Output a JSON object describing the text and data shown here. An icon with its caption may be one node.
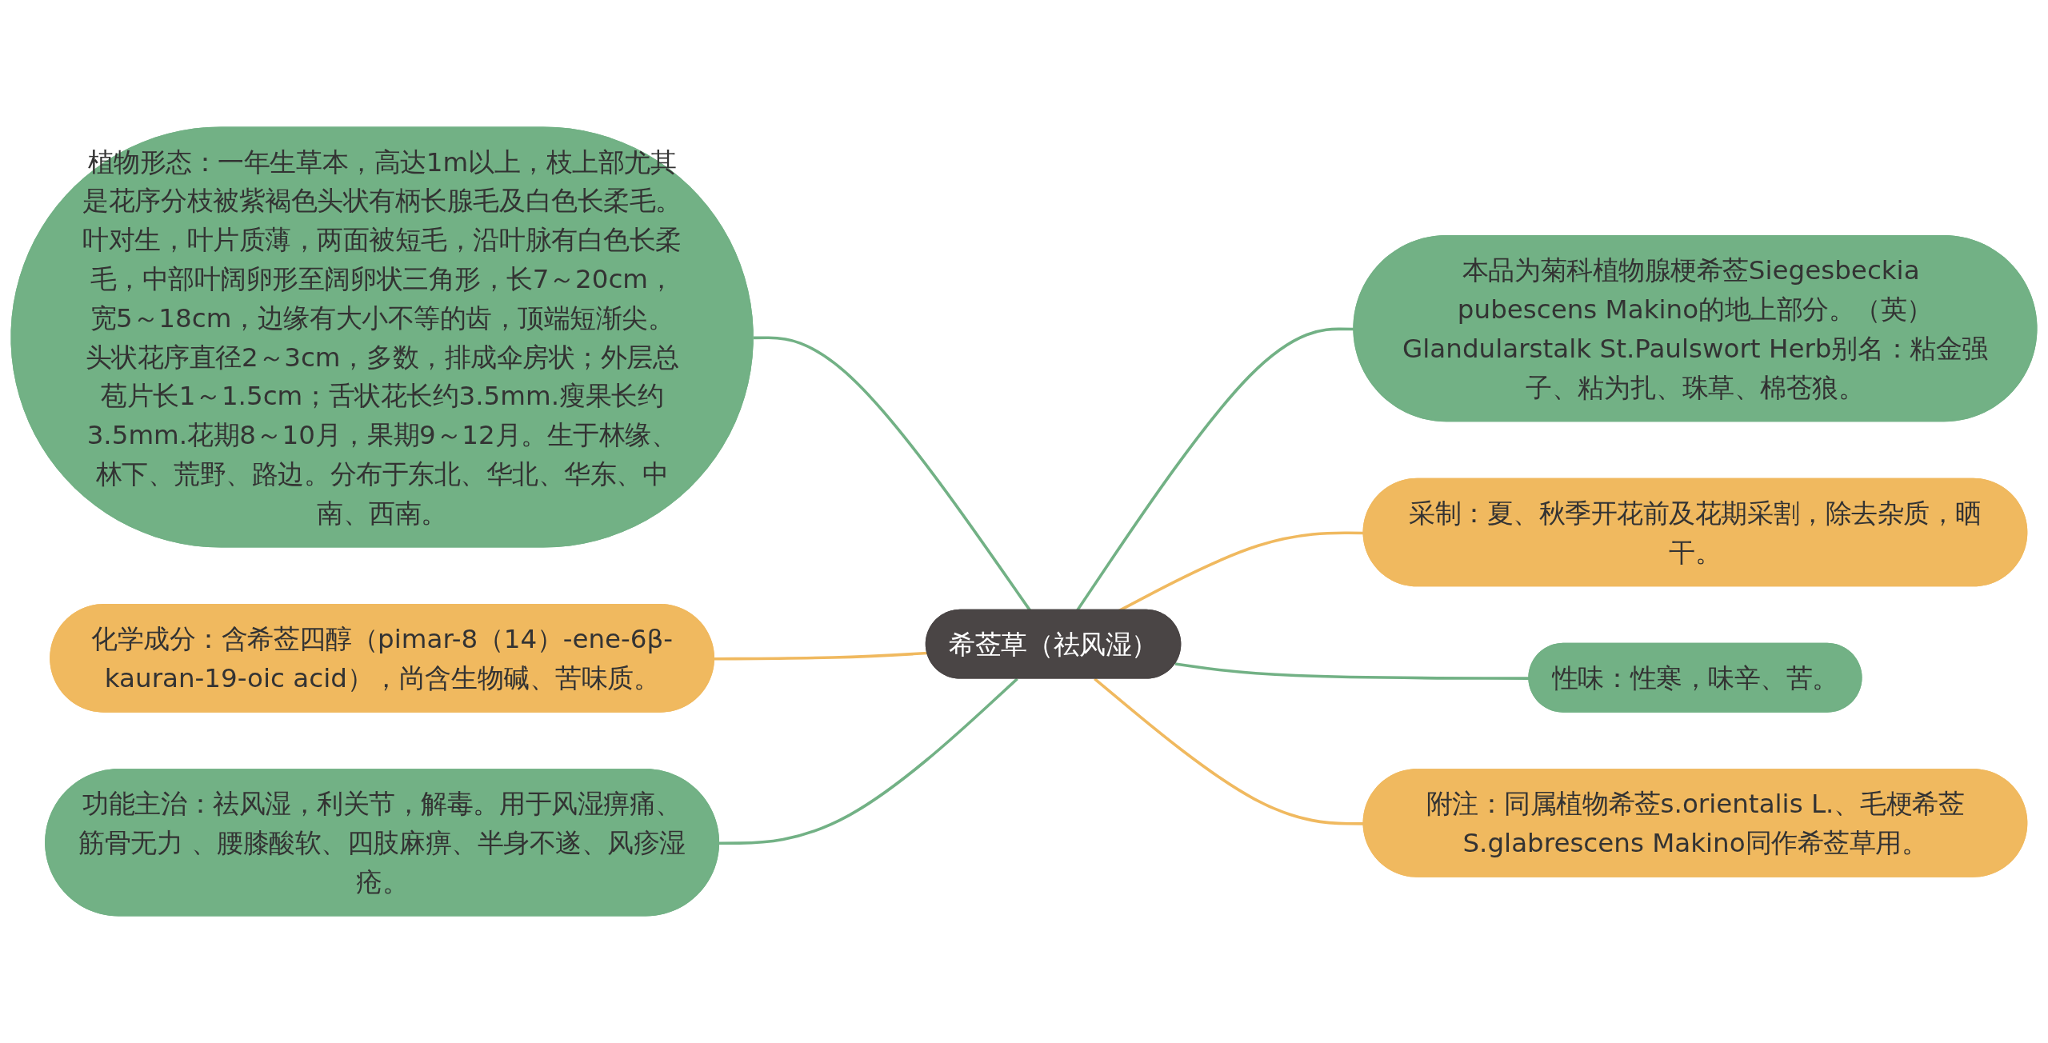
{
  "diagram": {
    "nodes": [
      {
        "text": [
          "希莶草（祛风湿）"
        ]
      },
      {
        "text": [
          "植物形态：一年生草本，高达1m以上，枝上部尤其是花序分枝被紫褐色头状有柄长腺毛及白色长柔毛。叶对生，叶片质薄，两面被短毛，沿叶脉有白色长柔毛，中部叶阔卵形至阔卵状三角形，长7～20cm，宽5～18cm，边缘有大小不等的齿，顶端短渐尖。头状花序直径2～3cm，多数，排成伞房状；外层总苞片长1～1.5cm；舌状花长约3.5mm.瘦果长约3.5mm.花期8～10月，果期9～12月。生于林缘、林下、荒野、路边。分布于东北、华北、华东、中南、西南。"
        ]
      },
      {
        "text": [
          "化学成分：含希莶四醇（pimar-8（14）-ene-6β-kauran-19-oic acid），尚含生物碱、苦味质。"
        ]
      },
      {
        "text": [
          "功能主治：祛风湿，利关节，解毒。用于风湿痹痛、筋骨无力 、腰膝酸软、四肢麻痹、半身不遂、风疹湿疮。"
        ]
      },
      {
        "text": [
          "本品为菊科植物腺梗希莶Siegesbeckia pubescens Makino的地上部分。（英）Glandularstalk St.Paulswort Herb别名：粘金强子、粘为扎、珠草、棉苍狼。"
        ]
      },
      {
        "text": [
          "采制：夏、秋季开花前及花期采割，除去杂质，晒干。"
        ]
      },
      {
        "text": [
          "性味：性寒，味辛、苦。"
        ]
      },
      {
        "text": [
          "附注：同属植物希莶s.orientalis L.、毛梗希莶S.glabrescens Makino同作希莶草用。"
        ]
      }
    ],
    "edges": [
      {
        "from": 1,
        "to": 0,
        "arrow": "none"
      },
      {
        "from": 2,
        "to": 0,
        "arrow": "none",
        "color": "#f0b95f"
      },
      {
        "from": 3,
        "to": 0,
        "arrow": "none"
      },
      {
        "from": 0,
        "to": 4,
        "arrow": "none"
      },
      {
        "from": 0,
        "to": 5,
        "arrow": "none",
        "color": "#f0b95f"
      },
      {
        "from": 0,
        "to": 6,
        "arrow": "none"
      },
      {
        "from": 0,
        "to": 7,
        "arrow": "none",
        "color": "#f0b95f"
      }
    ]
  }
}
